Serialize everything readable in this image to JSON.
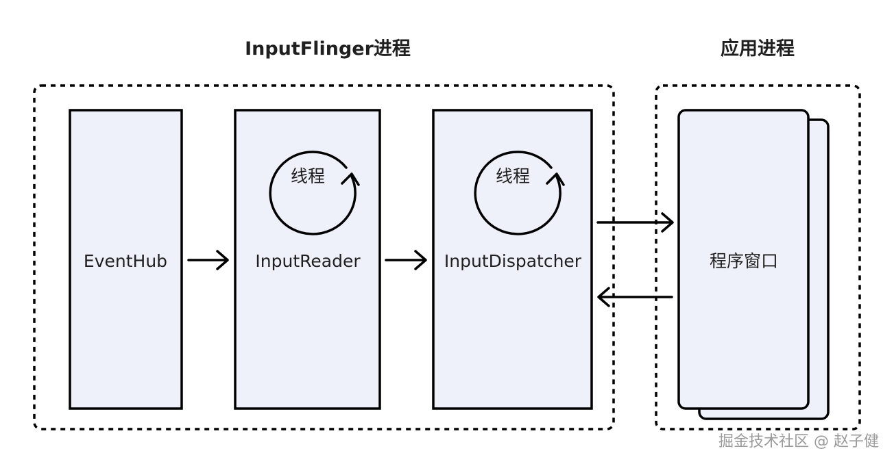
{
  "groups": {
    "inputflinger": {
      "title": "InputFlinger进程"
    },
    "app": {
      "title": "应用进程"
    }
  },
  "components": {
    "eventhub": {
      "label": "EventHub"
    },
    "inputreader": {
      "label": "InputReader",
      "thread_label": "线程"
    },
    "inputdispatcher": {
      "label": "InputDispatcher",
      "thread_label": "线程"
    },
    "app_window": {
      "label": "程序窗口"
    }
  },
  "watermark": "掘金技术社区 @ 赵子健"
}
